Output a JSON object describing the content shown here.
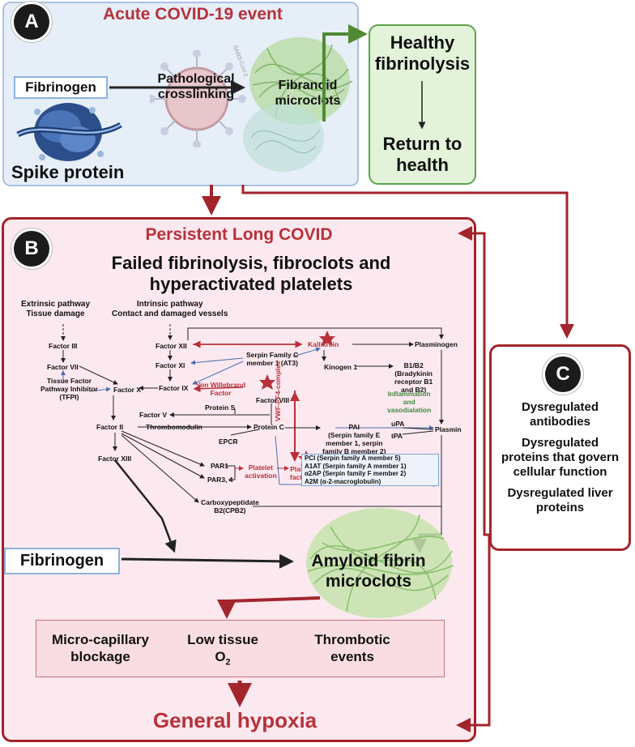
{
  "colors": {
    "accent_red": "#b7313a",
    "dark_red": "#a3242b",
    "green": "#5ca34a",
    "blue_border": "#8fb1de"
  },
  "panel_a": {
    "badge": "A",
    "title": "Acute COVID-19 event",
    "fibrinogen": "Fibrinogen",
    "pathological": "Pathological",
    "crosslinking": "crosslinking",
    "fibranoid": "Fibranoid",
    "microclots": "microclots",
    "spike_protein": "Spike protein",
    "virus_label": "SARS-CoV-2"
  },
  "healthy": {
    "line1": "Healthy",
    "line2": "fibrinolysis",
    "return1": "Return to",
    "return2": "health"
  },
  "panel_b": {
    "badge": "B",
    "title": "Persistent Long COVID",
    "subtitle1": "Failed fibrinolysis, fibroclots and",
    "subtitle2": "hyperactivated platelets",
    "extrinsic1": "Extrinsic pathway",
    "extrinsic2": "Tissue damage",
    "intrinsic1": "Intrinsic pathway",
    "intrinsic2": "Contact and damaged vessels",
    "factor_iii": "Factor III",
    "factor_vii": "Factor VII",
    "tfpi1": "Tissue Factor",
    "tfpi2": "Pathway Inhibitor",
    "tfpi3": "(TFPI)",
    "factor_xii": "Factor XII",
    "factor_xi": "Factor XI",
    "factor_ix": "Factor IX",
    "factor_x": "Factor X",
    "factor_v": "Factor V",
    "factor_viii": "Factor VIII",
    "factor_ii": "Factor II",
    "factor_xiii": "Factor XIII",
    "serpin_c1": "Serpin Family C",
    "serpin_c2": "member 1 (AT3)",
    "kallikrein": "Kallikrein",
    "plasminogen": "Plasminogen",
    "kinogen": "Kinogen 1",
    "b1b2": "B1/B2",
    "b1b2_sub1": "(Bradykinin",
    "b1b2_sub2": "receptor B1",
    "b1b2_sub3": "and B2)",
    "inflammation1": "Inflammation",
    "inflammation2": "and",
    "inflammation3": "vasodialation",
    "vwf1": "Von Willebrand",
    "vwf2": "Factor",
    "vwf_complex": "VWF-PF4-complex",
    "protein_s": "Protein S",
    "thrombomodulin": "Thrombomodulin",
    "protein_c": "Protein C",
    "epcr": "EPCR",
    "pai": "PAI",
    "pai_sub1": "(Serpin family E",
    "pai_sub2": "member 1, serpin",
    "pai_sub3": "family B member 2)",
    "upa": "uPA",
    "tpa": "tPA",
    "plasmin": "Plasmin",
    "par1": "PAR1",
    "par34": "PAR3, 4",
    "platelet_activation1": "Platelet",
    "platelet_activation2": "activation",
    "platelet_factor1": "Platelet",
    "platelet_factor2": "factor 4",
    "serpin_list": [
      "PCI (Serpin family A member 5)",
      "A1AT (Serpin family A member 1)",
      "α2AP (Serpin family F member 2)",
      "A2M (α-2-macroglobulin)"
    ],
    "carboxy1": "Carboxypeptidate",
    "carboxy2": "B2(CPB2)",
    "fibrinogen": "Fibrinogen",
    "amyloid1": "Amyloid fibrin",
    "amyloid2": "microclots",
    "outcome1a": "Micro-capillary",
    "outcome1b": "blockage",
    "outcome2a": "Low tissue",
    "outcome2b": "O",
    "outcome2b_sub": "2",
    "outcome3a": "Thrombotic",
    "outcome3b": "events",
    "hypoxia": "General hypoxia"
  },
  "panel_c": {
    "badge": "C",
    "item1a": "Dysregulated",
    "item1b": "antibodies",
    "item2a": "Dysregulated",
    "item2b": "proteins that govern",
    "item2c": "cellular function",
    "item3a": "Dysregulated liver",
    "item3b": "proteins"
  }
}
